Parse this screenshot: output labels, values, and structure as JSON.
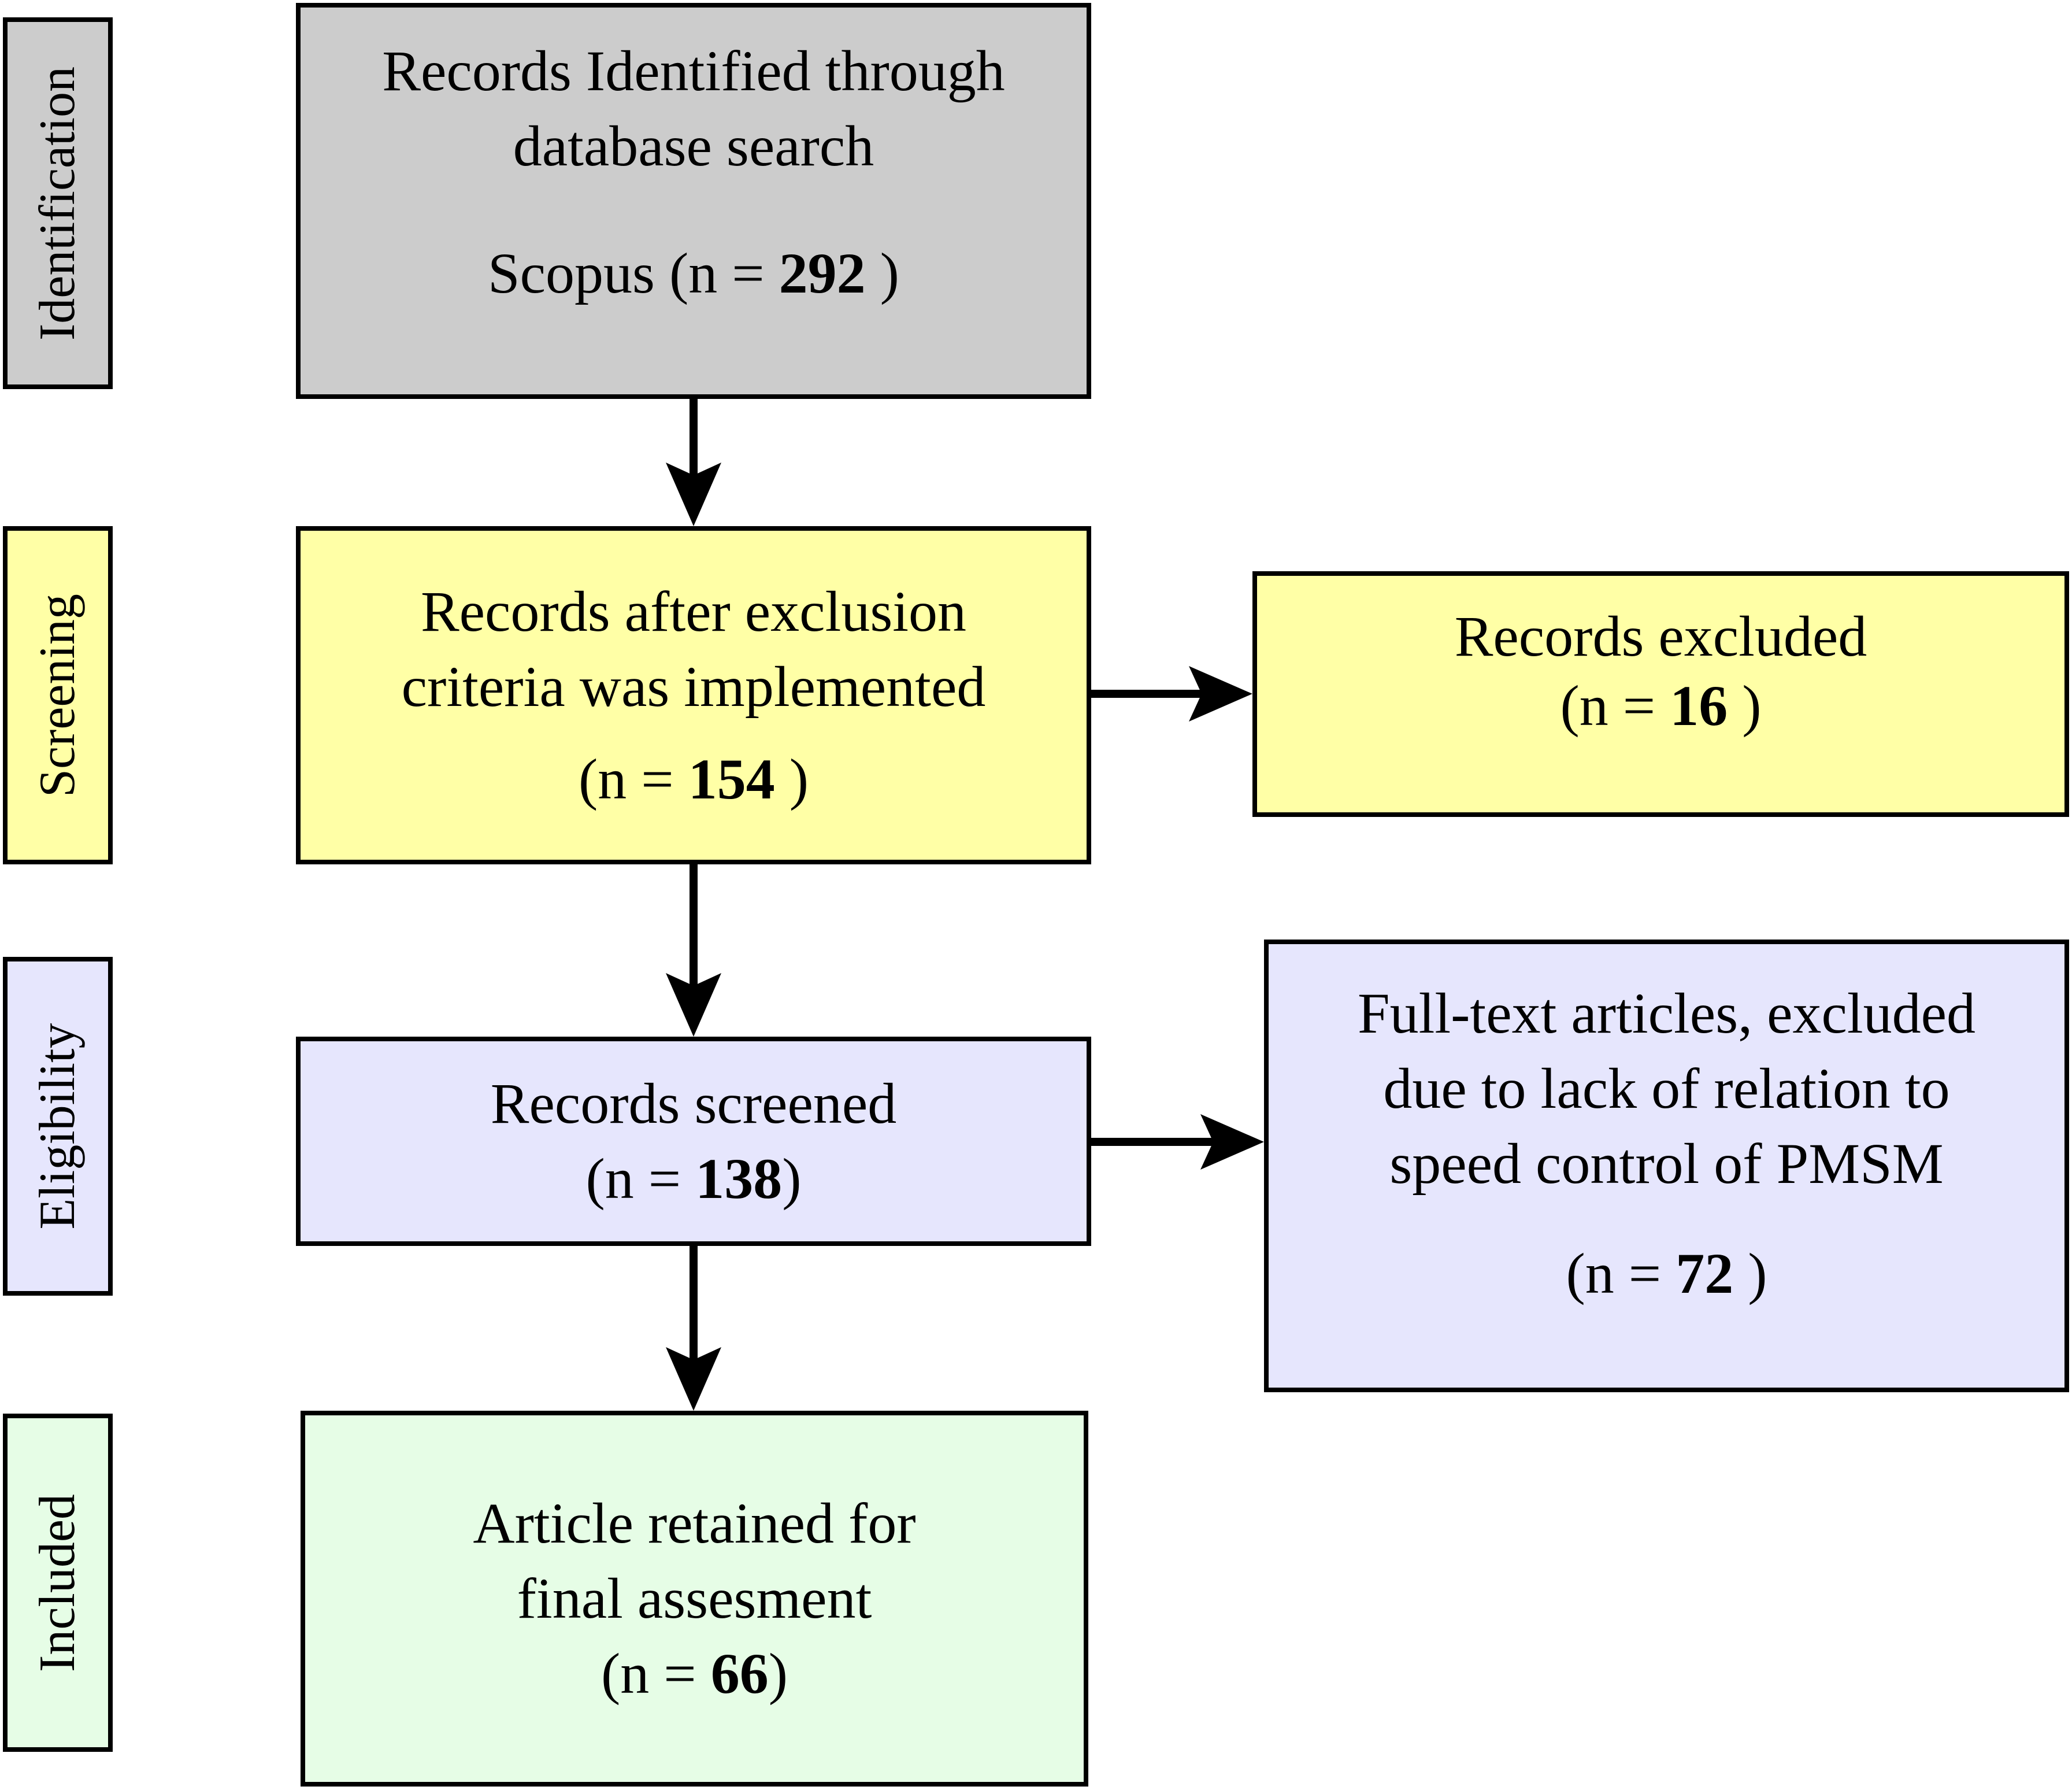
{
  "colors": {
    "identification": "#cccccc",
    "screening": "#ffffa6",
    "eligibility": "#e6e6fd",
    "included": "#e6fde6",
    "border": "#000000"
  },
  "stages": {
    "identification": "Identification",
    "screening": "Screening",
    "eligibility": "Eligibility",
    "included": "Included"
  },
  "boxes": {
    "identified": {
      "line1": "Records Identified through",
      "line2": "database search",
      "source": "Scopus",
      "n_prefix": "(n = ",
      "n": "292",
      "n_suffix": " )"
    },
    "after_exclusion": {
      "line1": "Records after exclusion",
      "line2": "criteria was implemented",
      "n_prefix": "(n = ",
      "n": "154",
      "n_suffix": " )"
    },
    "excluded": {
      "line1": "Records excluded",
      "n_prefix": "(n = ",
      "n": "16",
      "n_suffix": " )"
    },
    "screened": {
      "line1": "Records screened",
      "n_prefix": "(n = ",
      "n": "138",
      "n_suffix": ")"
    },
    "fulltext_excluded": {
      "line1": "Full-text articles, excluded",
      "line2": "due to lack of relation to",
      "line3": "speed control of PMSM",
      "n_prefix": "(n = ",
      "n": "72",
      "n_suffix": " )"
    },
    "retained": {
      "line1": "Article retained for",
      "line2": "final assesment",
      "n_prefix": "(n = ",
      "n": "66",
      "n_suffix": ")"
    }
  }
}
